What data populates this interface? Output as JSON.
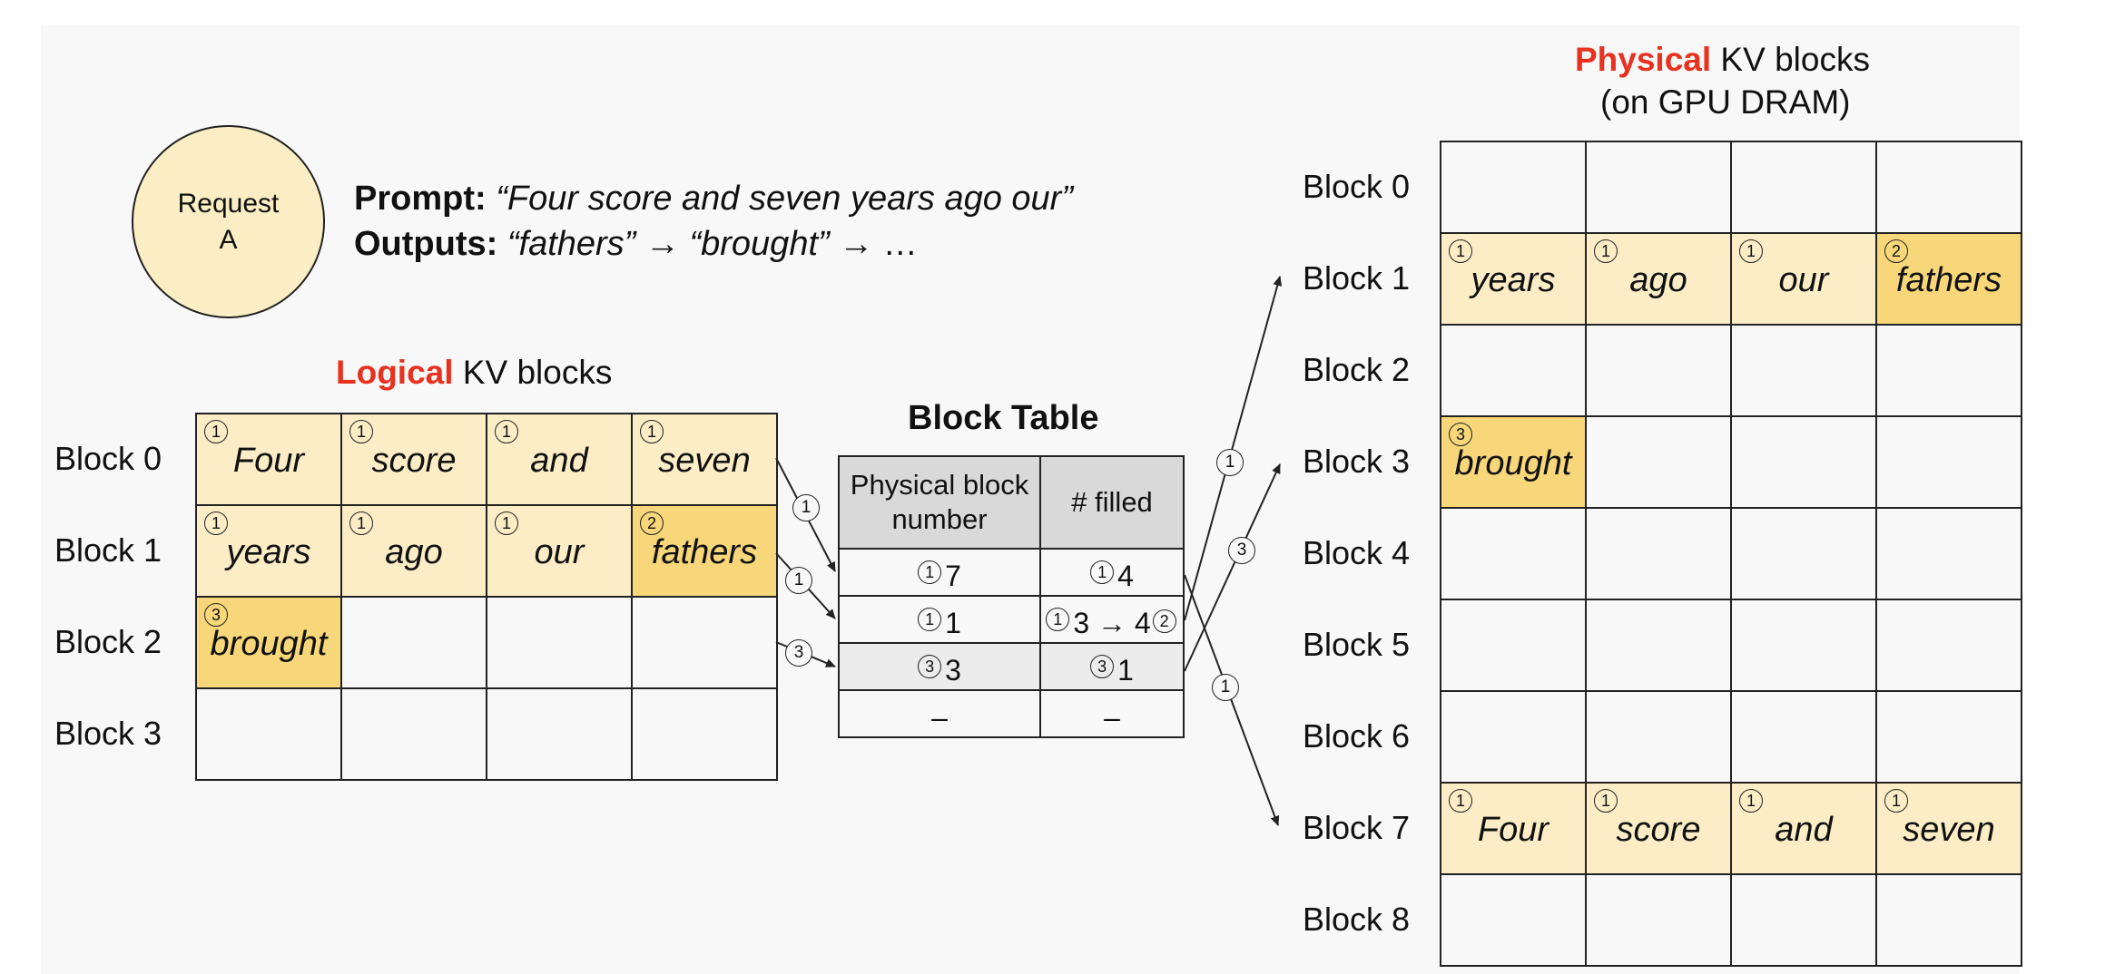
{
  "request": {
    "line1": "Request",
    "line2": "A"
  },
  "prompt": {
    "prompt_label": "Prompt:",
    "prompt_text": "“Four score and seven years ago our”",
    "outputs_label": "Outputs:",
    "output1": "“fathers”",
    "arrow1": "→",
    "output2": "“brought”",
    "arrow2": "→",
    "ellipsis": "…"
  },
  "logical": {
    "title_highlight": "Logical",
    "title_rest": " KV blocks",
    "blocks": [
      {
        "label": "Block 0",
        "cells": [
          {
            "word": "Four",
            "step": "1",
            "style": "light"
          },
          {
            "word": "score",
            "step": "1",
            "style": "light"
          },
          {
            "word": "and",
            "step": "1",
            "style": "light"
          },
          {
            "word": "seven",
            "step": "1",
            "style": "light"
          }
        ]
      },
      {
        "label": "Block 1",
        "cells": [
          {
            "word": "years",
            "step": "1",
            "style": "light"
          },
          {
            "word": "ago",
            "step": "1",
            "style": "light"
          },
          {
            "word": "our",
            "step": "1",
            "style": "light"
          },
          {
            "word": "fathers",
            "step": "2",
            "style": "dark"
          }
        ]
      },
      {
        "label": "Block 2",
        "cells": [
          {
            "word": "brought",
            "step": "3",
            "style": "dark"
          },
          {
            "word": "",
            "step": "",
            "style": "empty"
          },
          {
            "word": "",
            "step": "",
            "style": "empty"
          },
          {
            "word": "",
            "step": "",
            "style": "empty"
          }
        ]
      },
      {
        "label": "Block 3",
        "cells": [
          {
            "word": "",
            "step": "",
            "style": "empty"
          },
          {
            "word": "",
            "step": "",
            "style": "empty"
          },
          {
            "word": "",
            "step": "",
            "style": "empty"
          },
          {
            "word": "",
            "step": "",
            "style": "empty"
          }
        ]
      }
    ]
  },
  "block_table": {
    "title": "Block Table",
    "col1_line1": "Physical block",
    "col1_line2": "number",
    "col2": "# filled",
    "rows": [
      {
        "phys_step": "1",
        "phys": "7",
        "filled_step": "1",
        "filled": "4",
        "shaded": false
      },
      {
        "phys_step": "1",
        "phys": "1",
        "filled_step": "1",
        "filled": "3 → 4",
        "filled_step2": "2",
        "shaded": false
      },
      {
        "phys_step": "3",
        "phys": "3",
        "filled_step": "3",
        "filled": "1",
        "shaded": true
      },
      {
        "phys": "–",
        "filled": "–",
        "shaded": false
      }
    ]
  },
  "physical": {
    "title_highlight": "Physical",
    "title_rest": " KV blocks",
    "subtitle": "(on GPU DRAM)",
    "blocks": [
      {
        "label": "Block 0",
        "cells": [
          {
            "word": "",
            "step": "",
            "style": "empty"
          },
          {
            "word": "",
            "step": "",
            "style": "empty"
          },
          {
            "word": "",
            "step": "",
            "style": "empty"
          },
          {
            "word": "",
            "step": "",
            "style": "empty"
          }
        ]
      },
      {
        "label": "Block 1",
        "cells": [
          {
            "word": "years",
            "step": "1",
            "style": "light"
          },
          {
            "word": "ago",
            "step": "1",
            "style": "light"
          },
          {
            "word": "our",
            "step": "1",
            "style": "light"
          },
          {
            "word": "fathers",
            "step": "2",
            "style": "dark"
          }
        ]
      },
      {
        "label": "Block 2",
        "cells": [
          {
            "word": "",
            "step": "",
            "style": "empty"
          },
          {
            "word": "",
            "step": "",
            "style": "empty"
          },
          {
            "word": "",
            "step": "",
            "style": "empty"
          },
          {
            "word": "",
            "step": "",
            "style": "empty"
          }
        ]
      },
      {
        "label": "Block 3",
        "cells": [
          {
            "word": "brought",
            "step": "3",
            "style": "dark"
          },
          {
            "word": "",
            "step": "",
            "style": "empty"
          },
          {
            "word": "",
            "step": "",
            "style": "empty"
          },
          {
            "word": "",
            "step": "",
            "style": "empty"
          }
        ]
      },
      {
        "label": "Block 4",
        "cells": [
          {
            "word": "",
            "step": "",
            "style": "empty"
          },
          {
            "word": "",
            "step": "",
            "style": "empty"
          },
          {
            "word": "",
            "step": "",
            "style": "empty"
          },
          {
            "word": "",
            "step": "",
            "style": "empty"
          }
        ]
      },
      {
        "label": "Block 5",
        "cells": [
          {
            "word": "",
            "step": "",
            "style": "empty"
          },
          {
            "word": "",
            "step": "",
            "style": "empty"
          },
          {
            "word": "",
            "step": "",
            "style": "empty"
          },
          {
            "word": "",
            "step": "",
            "style": "empty"
          }
        ]
      },
      {
        "label": "Block 6",
        "cells": [
          {
            "word": "",
            "step": "",
            "style": "empty"
          },
          {
            "word": "",
            "step": "",
            "style": "empty"
          },
          {
            "word": "",
            "step": "",
            "style": "empty"
          },
          {
            "word": "",
            "step": "",
            "style": "empty"
          }
        ]
      },
      {
        "label": "Block 7",
        "cells": [
          {
            "word": "Four",
            "step": "1",
            "style": "light"
          },
          {
            "word": "score",
            "step": "1",
            "style": "light"
          },
          {
            "word": "and",
            "step": "1",
            "style": "light"
          },
          {
            "word": "seven",
            "step": "1",
            "style": "light"
          }
        ]
      },
      {
        "label": "Block 8",
        "cells": [
          {
            "word": "",
            "step": "",
            "style": "empty"
          },
          {
            "word": "",
            "step": "",
            "style": "empty"
          },
          {
            "word": "",
            "step": "",
            "style": "empty"
          },
          {
            "word": "",
            "step": "",
            "style": "empty"
          }
        ]
      }
    ]
  },
  "arrow_steps": {
    "logical_b0_to_table": "1",
    "logical_b1_to_table": "1",
    "logical_b2_to_table": "3",
    "table_row0_to_phys7": "1",
    "table_row1_to_phys1": "1",
    "table_row2_to_phys3": "3"
  },
  "colors": {
    "highlight_red": "#e8311f",
    "light_fill": "#fcedc6",
    "dark_fill": "#f7d77a",
    "header_gray": "#d9d9d9"
  }
}
